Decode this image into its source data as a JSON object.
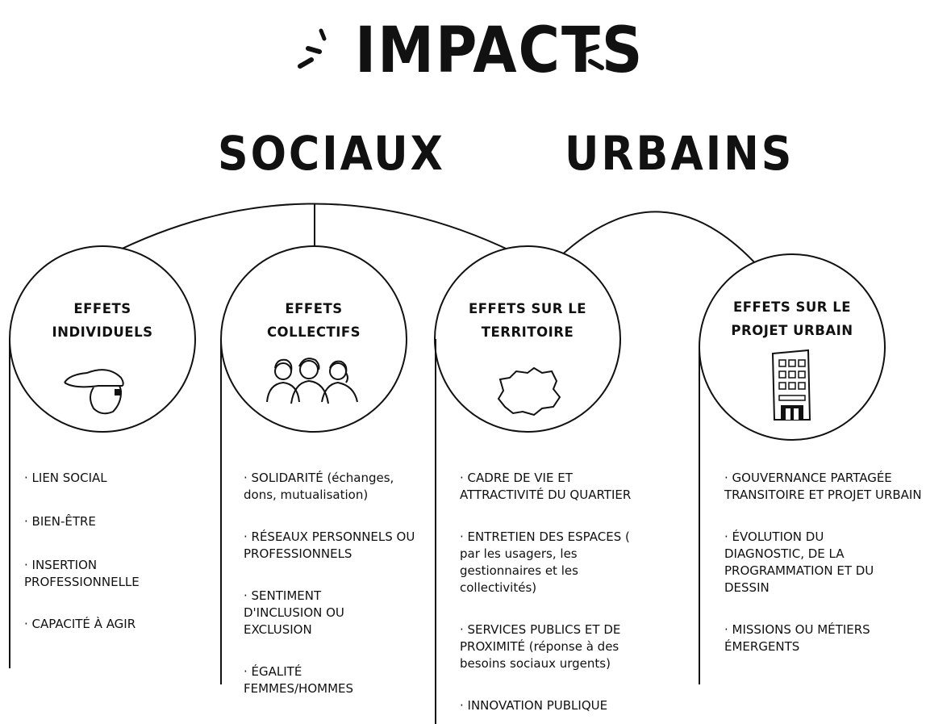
{
  "title": "IMPACTS",
  "groups": {
    "social": "SOCIAUX",
    "urban": "URBAINS"
  },
  "effects": [
    {
      "title": "EFFETS\nINDIVIDUELS",
      "icon": "face-with-cap-icon",
      "items": [
        "· LIEN SOCIAL",
        "· BIEN-ÊTRE",
        "· INSERTION PROFESSIONNELLE",
        "· CAPACITÉ À AGIR"
      ]
    },
    {
      "title": "EFFETS\nCOLLECTIFS",
      "icon": "group-of-people-icon",
      "items": [
        "· SOLIDARITÉ (échanges, dons, mutualisation)",
        "· RÉSEAUX PERSONNELS OU PROFESSIONNELS",
        "· SENTIMENT D'INCLUSION OU EXCLUSION",
        "· ÉGALITÉ FEMMES/HOMMES"
      ]
    },
    {
      "title": "EFFETS SUR LE\nTERRITOIRE",
      "icon": "territory-map-icon",
      "items": [
        "· CADRE DE VIE ET ATTRACTIVITÉ DU QUARTIER",
        "· ENTRETIEN DES ESPACES ( par les usagers, les gestionnaires et les collectivités)",
        "· SERVICES PUBLICS ET DE PROXIMITÉ (réponse à des besoins sociaux urgents)",
        "· INNOVATION PUBLIQUE"
      ]
    },
    {
      "title": "EFFETS SUR LE\nPROJET URBAIN",
      "icon": "building-icon",
      "items": [
        "· GOUVERNANCE PARTAGÉE TRANSITOIRE ET PROJET URBAIN",
        "· ÉVOLUTION DU DIAGNOSTIC, DE LA PROGRAMMATION ET DU DESSIN",
        "· MISSIONS OU MÉTIERS ÉMERGENTS"
      ]
    }
  ]
}
